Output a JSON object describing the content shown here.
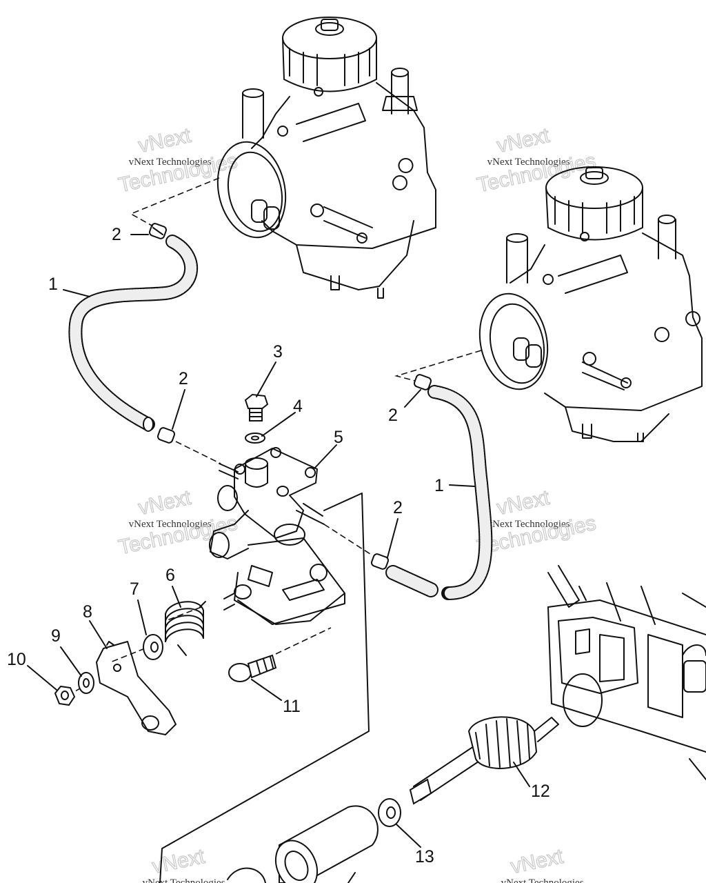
{
  "callouts": {
    "c1a": "1",
    "c1b": "1",
    "c2a": "2",
    "c2b": "2",
    "c2c": "2",
    "c2d": "2",
    "c3": "3",
    "c4": "4",
    "c5": "5",
    "c6": "6",
    "c7": "7",
    "c8": "8",
    "c9": "9",
    "c10": "10",
    "c11": "11",
    "c12": "12",
    "c13": "13"
  },
  "watermark": {
    "line1": "vNext",
    "line2": "vNext Technologies",
    "line3": "Technologies"
  }
}
